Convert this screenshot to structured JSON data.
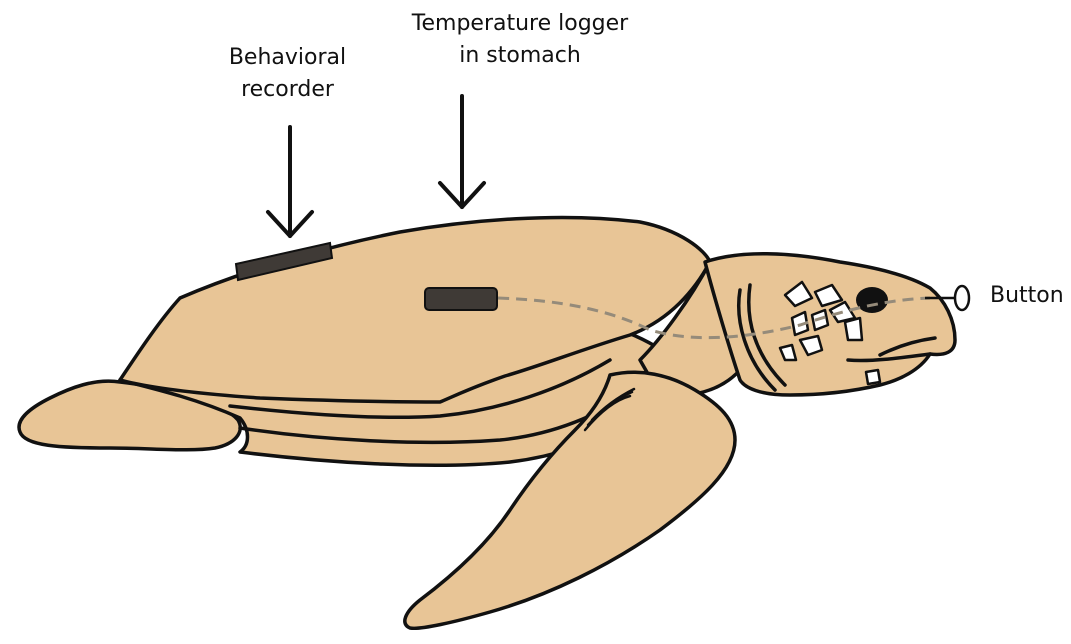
{
  "labels": {
    "behavioral_recorder": [
      "Behavioral",
      "recorder"
    ],
    "temperature_logger": [
      "Temperature logger",
      "in stomach"
    ],
    "button": "Button"
  },
  "colors": {
    "body_fill": "#e8c596",
    "outline": "#111111",
    "device_fill": "#3f3a36",
    "cable": "#958b7a",
    "background": "#ffffff"
  },
  "icons": {
    "subject": "sea-turtle",
    "arrows": "down-arrow"
  }
}
